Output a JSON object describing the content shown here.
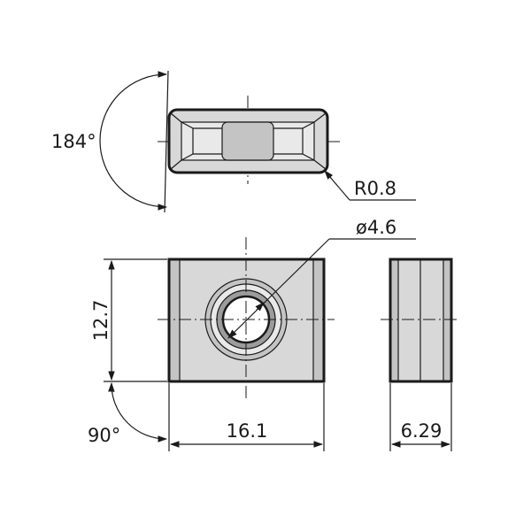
{
  "dimensions": {
    "top_angle": "184°",
    "corner_radius": "R0.8",
    "hole_diameter": "ø4.6",
    "height": "12.7",
    "length": "16.1",
    "thickness": "6.29",
    "bottom_angle": "90°"
  },
  "colors": {
    "line": "#1a1a1a",
    "fill_light": "#e9e9e9",
    "fill_mid": "#d8d8d8",
    "fill_dark": "#9c9c9c",
    "background": "#ffffff"
  }
}
